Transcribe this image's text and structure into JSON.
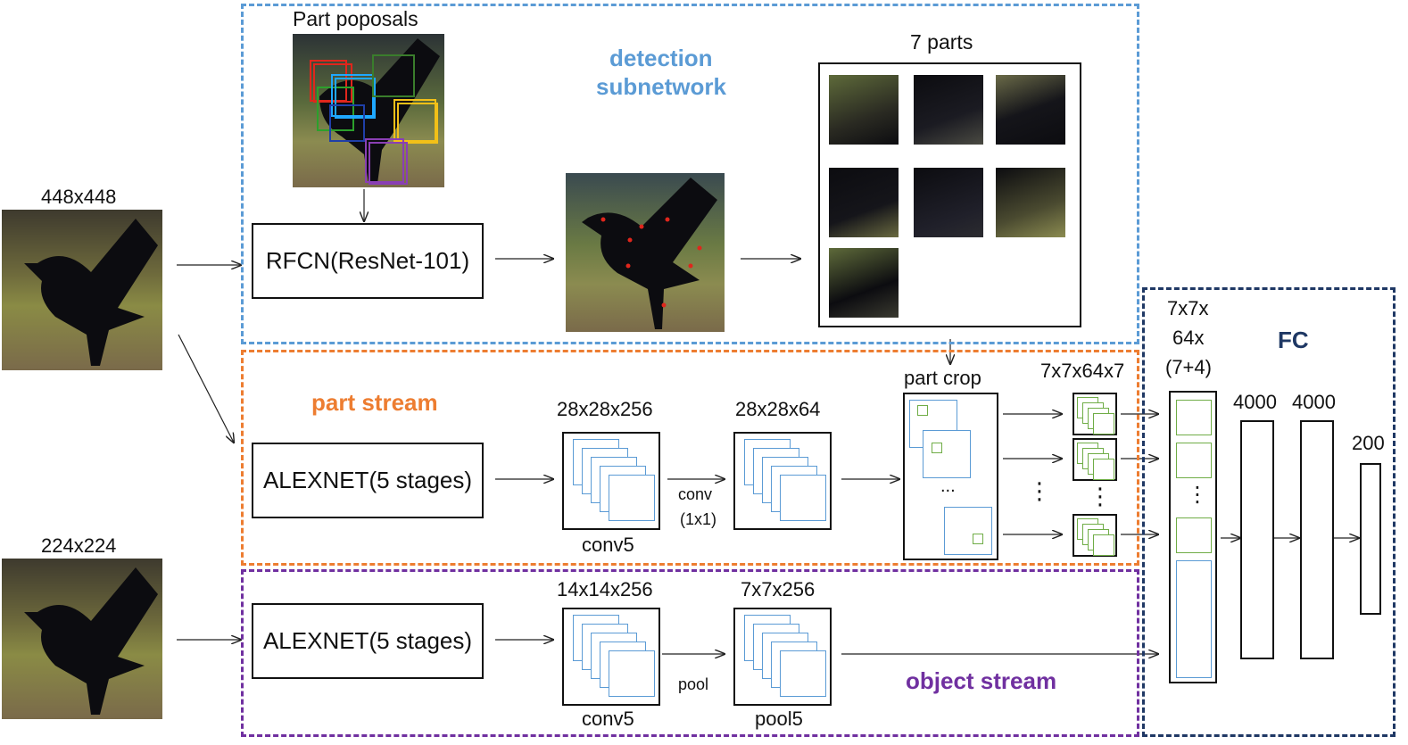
{
  "inputs": {
    "top_size": "448x448",
    "bottom_size": "224x224"
  },
  "detection": {
    "title_line1": "detection",
    "title_line2": "subnetwork",
    "proposals_label": "Part poposals",
    "rfcn_label": "RFCN(ResNet-101)",
    "parts_label": "7 parts"
  },
  "part_stream": {
    "title": "part stream",
    "alexnet_label": "ALEXNET(5 stages)",
    "fm1_dims": "28x28x256",
    "fm1_caption": "conv5",
    "conv_label_1": "conv",
    "conv_label_2": "(1x1)",
    "fm2_dims": "28x28x64",
    "crop_label": "part crop",
    "crop_ellipsis": "...",
    "parts_dims": "7x7x64x7",
    "vdots": "⋮"
  },
  "object_stream": {
    "title": "object stream",
    "alexnet_label": "ALEXNET(5 stages)",
    "fm1_dims": "14x14x256",
    "fm1_caption": "conv5",
    "pool_label": "pool",
    "fm2_dims": "7x7x256",
    "fm2_caption": "pool5"
  },
  "fc": {
    "title": "FC",
    "concat_line1": "7x7x",
    "concat_line2": "64x",
    "concat_line3": "(7+4)",
    "layer1": "4000",
    "layer2": "4000",
    "layer3": "200",
    "vdots": "⋮"
  },
  "colors": {
    "detection_border": "#5b9bd5",
    "part_border": "#ed7d31",
    "object_border": "#7030a0",
    "fc_border": "#1f3864",
    "feature_blue": "#5b9bd5",
    "feature_green": "#70ad47"
  }
}
